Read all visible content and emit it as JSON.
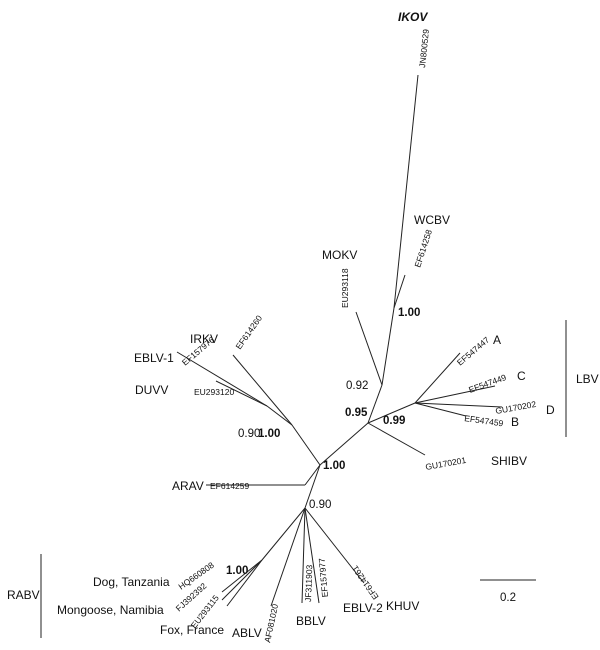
{
  "tree": {
    "taxa": {
      "ikov": "IKOV",
      "wcbv": "WCBV",
      "mokv": "MOKV",
      "irkv": "IRKV",
      "eblv1": "EBLV-1",
      "duvv": "DUVV",
      "arav": "ARAV",
      "shibv": "SHIBV",
      "lbv_a": "A",
      "lbv_b": "B",
      "lbv_c": "C",
      "lbv_d": "D",
      "khuv": "KHUV",
      "eblv2": "EBLV-2",
      "bblv": "BBLV",
      "ablv": "ABLV",
      "dog_tanzania": "Dog, Tanzania",
      "mongoose_namibia": "Mongoose, Namibia",
      "fox_france": "Fox, France"
    },
    "accessions": {
      "ikov": "JN800529",
      "wcbv": "EF614258",
      "mokv": "EU293118",
      "irkv": "EF614260",
      "eblv1": "EF157976",
      "duvv": "EU293120",
      "arav": "EF614259",
      "shibv": "GU170201",
      "lbv_a": "EF547447",
      "lbv_c": "EF547449",
      "lbv_d": "GU170202",
      "lbv_b": "EF547459",
      "khuv": "EF614261",
      "eblv2": "EF157977",
      "bblv": "JF311903",
      "ablv": "AF081020",
      "dog_tanzania": "HQ660808",
      "mongoose_namibia": "FJ392392",
      "fox_france": "EU293115"
    },
    "support": {
      "wcbv_ikov": "1.00",
      "lagos_mokola": "0.92",
      "lbv_clade": "0.99",
      "lbv_shibv": "0.95",
      "irkv_eblv1": "1.00",
      "duvv_eblv1": "0.90",
      "central": "1.00",
      "phylogroup1": "0.90",
      "rabv": "1.00"
    },
    "groups": {
      "lbv": "LBV",
      "rabv": "RABV"
    },
    "scale_bar": "0.2"
  }
}
